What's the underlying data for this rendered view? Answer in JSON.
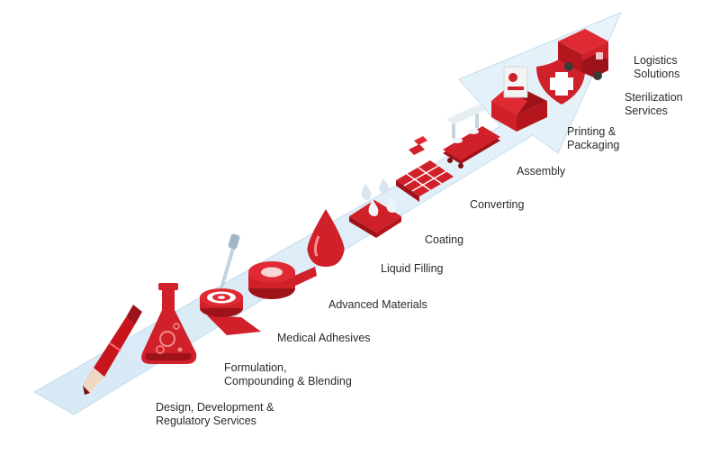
{
  "colors": {
    "arrow_light": "#dfeef8",
    "arrow_edge": "#c8dfee",
    "red": "#d0202a",
    "red_dark": "#9e1319",
    "red_light": "#e8545a",
    "text": "#2b2b2b"
  },
  "stages": [
    {
      "line1": "Design, Development &",
      "line2": "Regulatory Services",
      "icon": "pencil-icon"
    },
    {
      "line1": "Formulation,",
      "line2": "Compounding & Blending",
      "icon": "flask-icon"
    },
    {
      "line1": "Medical Adhesives",
      "line2": "",
      "icon": "adhesive-roll-icon"
    },
    {
      "line1": "Advanced Materials",
      "line2": "",
      "icon": "material-roll-icon"
    },
    {
      "line1": "Liquid Filling",
      "line2": "",
      "icon": "liquid-drop-icon"
    },
    {
      "line1": "Coating",
      "line2": "",
      "icon": "coating-drops-icon"
    },
    {
      "line1": "Converting",
      "line2": "",
      "icon": "converting-grid-icon"
    },
    {
      "line1": "Assembly",
      "line2": "",
      "icon": "conveyor-icon"
    },
    {
      "line1": "Printing &",
      "line2": "Packaging",
      "icon": "package-box-icon"
    },
    {
      "line1": "Sterilization",
      "line2": "Services",
      "icon": "shield-cross-icon"
    },
    {
      "line1": "Logistics",
      "line2": "Solutions",
      "icon": "delivery-truck-icon"
    }
  ]
}
